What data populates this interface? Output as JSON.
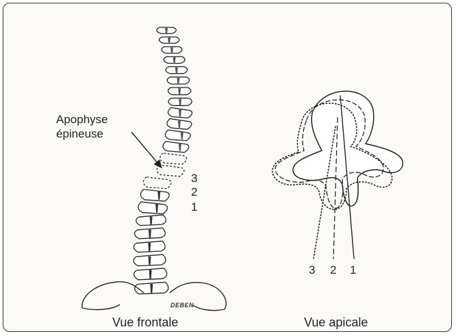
{
  "figure": {
    "labels": {
      "spinous_process": [
        "Apophyse",
        "épineuse"
      ],
      "frontal_positions": [
        "3",
        "2",
        "1"
      ],
      "apical_positions": [
        "3",
        "2",
        "1"
      ]
    },
    "captions": {
      "frontal": "Vue frontale",
      "apical": "Vue apicale"
    },
    "signature": "DEBEN"
  }
}
